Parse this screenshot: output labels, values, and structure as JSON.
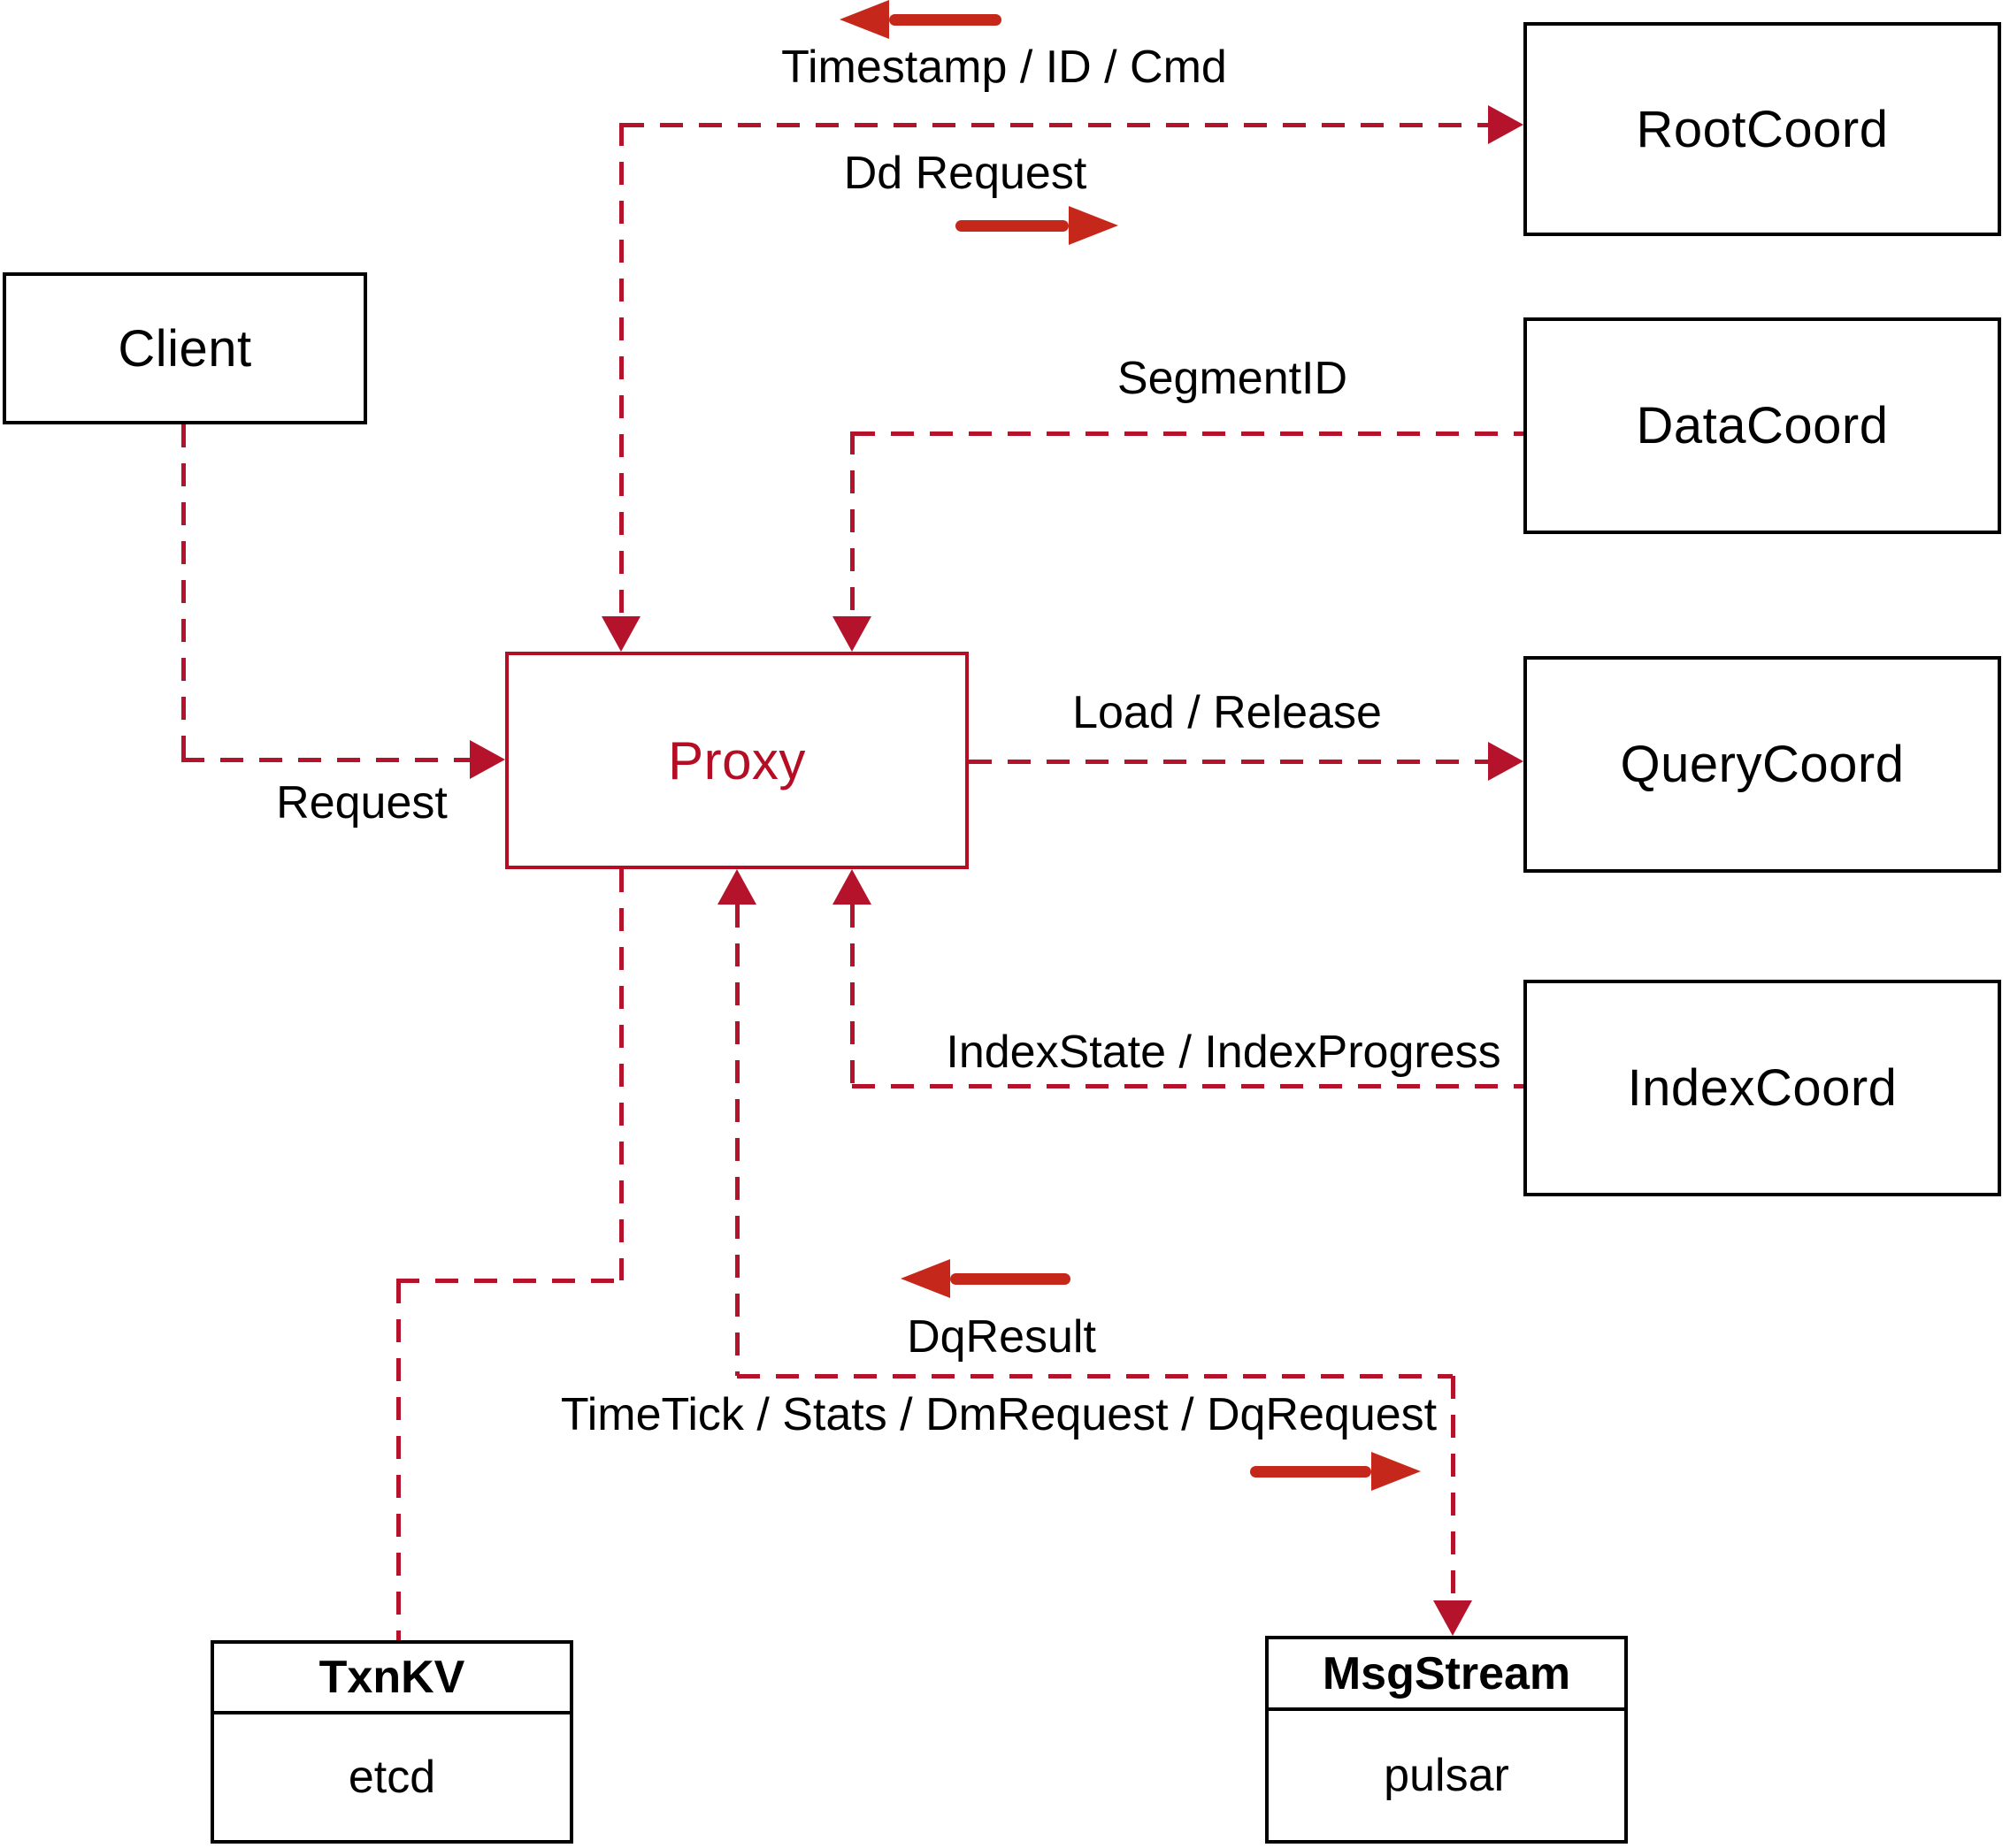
{
  "diagram": {
    "colors": {
      "dashed_line": "#b5122b",
      "solid_arrow": "#c5281b",
      "proxy_accent": "#b50d24",
      "box_border": "#000000",
      "background": "#ffffff"
    },
    "nodes": {
      "client": {
        "label": "Client"
      },
      "proxy": {
        "label": "Proxy"
      },
      "rootcoord": {
        "label": "RootCoord"
      },
      "datacoord": {
        "label": "DataCoord"
      },
      "querycoord": {
        "label": "QueryCoord"
      },
      "indexcoord": {
        "label": "IndexCoord"
      },
      "txnkv": {
        "title": "TxnKV",
        "impl": "etcd"
      },
      "msgstream": {
        "title": "MsgStream",
        "impl": "pulsar"
      }
    },
    "edges": {
      "timestamp": {
        "label": "Timestamp / ID / Cmd",
        "from": "RootCoord",
        "to": "Proxy"
      },
      "dd_request": {
        "label": "Dd Request",
        "from": "Proxy",
        "to": "RootCoord"
      },
      "segment_id": {
        "label": "SegmentID",
        "from": "DataCoord",
        "to": "Proxy"
      },
      "request": {
        "label": "Request",
        "from": "Client",
        "to": "Proxy"
      },
      "load_release": {
        "label": "Load / Release",
        "from": "Proxy",
        "to": "QueryCoord"
      },
      "index_state": {
        "label": "IndexState / IndexProgress",
        "from": "IndexCoord",
        "to": "Proxy"
      },
      "dq_result": {
        "label": "DqResult",
        "from": "MsgStream",
        "to": "Proxy"
      },
      "timetick": {
        "label": "TimeTick / Stats / DmRequest / DqRequest",
        "from": "Proxy",
        "to": "MsgStream"
      },
      "meta": {
        "label": "",
        "from": "Proxy",
        "to": "TxnKV"
      }
    }
  }
}
